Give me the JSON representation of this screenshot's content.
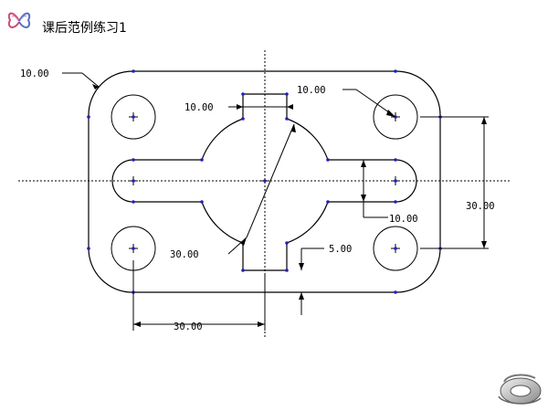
{
  "title": "课后范例练习1",
  "dimensions": {
    "corner_radius": "10.00",
    "slot_width": "10.00",
    "hole_corner": "10.00",
    "right_slot": "10.00",
    "circle_radius": "30.00",
    "slot_depth": "5.00",
    "hole_spacing_x": "30.00",
    "hole_spacing_y": "30.00"
  },
  "colors": {
    "vertex": "#2020c0",
    "line": "#000000"
  },
  "icons": {
    "logo": "butterfly-logo-icon",
    "corner": "ring-logo-icon"
  }
}
